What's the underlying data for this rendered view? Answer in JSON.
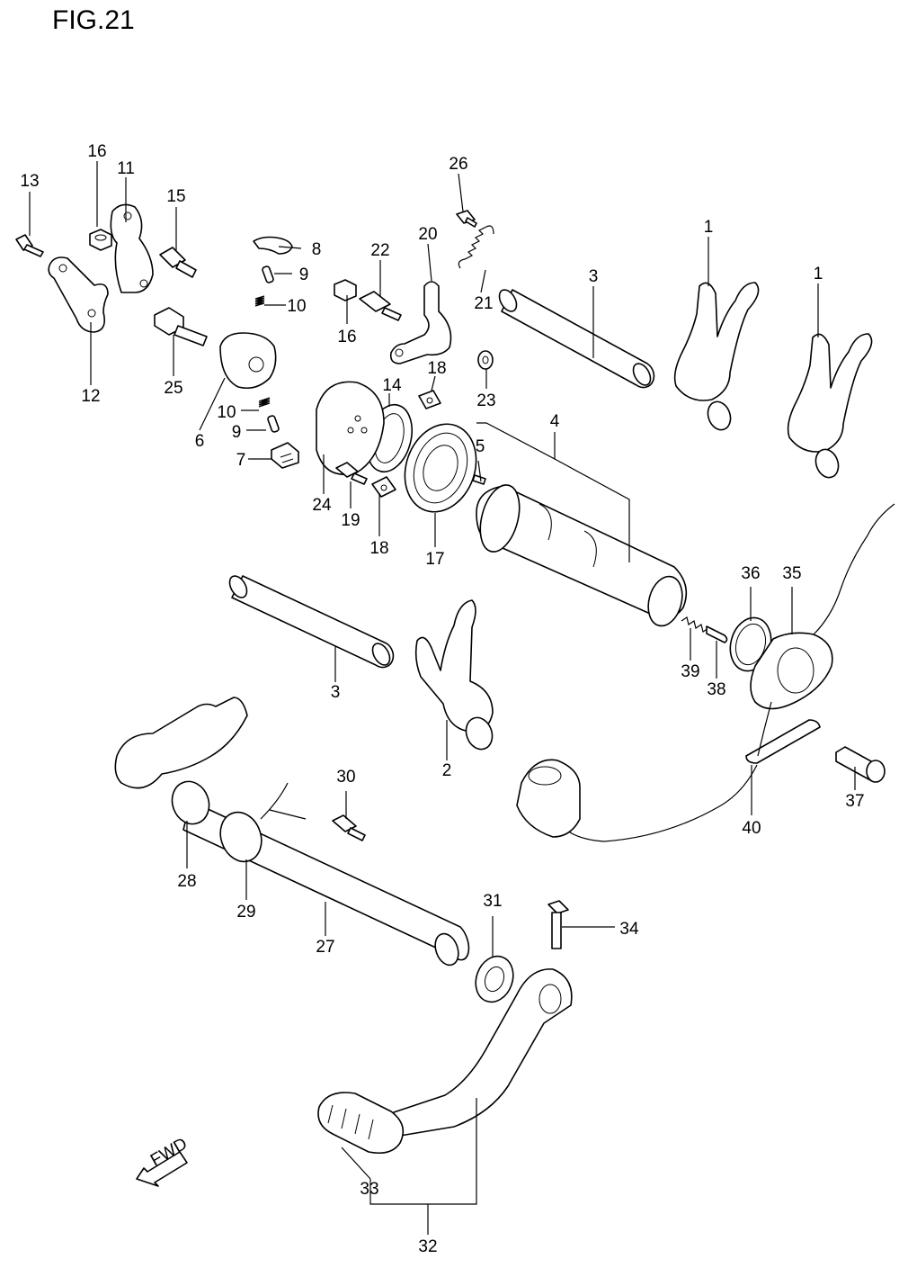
{
  "figure": {
    "title": "FIG.21"
  },
  "labels": [
    "13",
    "16",
    "11",
    "15",
    "8",
    "9",
    "10",
    "12",
    "25",
    "6",
    "10",
    "9",
    "7",
    "26",
    "22",
    "20",
    "21",
    "16",
    "3",
    "1",
    "1",
    "18",
    "14",
    "23",
    "4",
    "5",
    "24",
    "19",
    "18",
    "17",
    "36",
    "35",
    "39",
    "38",
    "3",
    "2",
    "30",
    "37",
    "40",
    "28",
    "29",
    "27",
    "31",
    "34",
    "33",
    "32"
  ],
  "fwd": {
    "label": "FWD"
  }
}
